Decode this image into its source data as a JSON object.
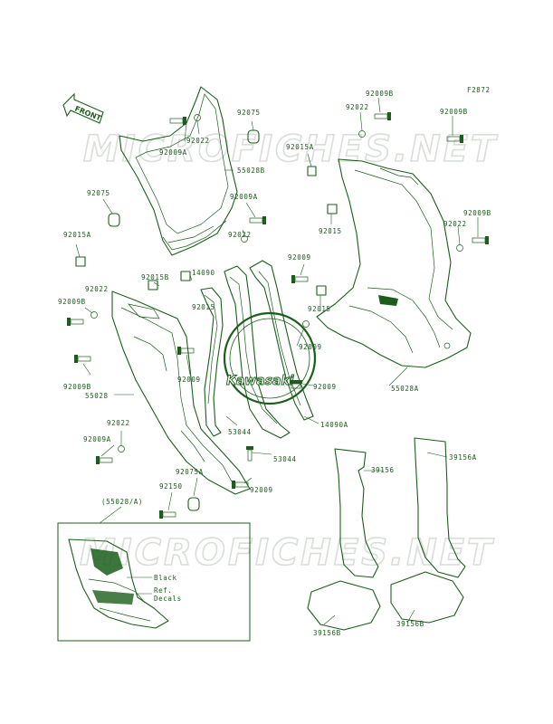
{
  "figure_code": "F2872",
  "watermark": "MICROFICHES.NET",
  "front_label": "FRONT",
  "logo_text": "Kawasaki",
  "parts": {
    "p92075_top": "92075",
    "p92009A_top": "92009A",
    "p92022_top": "92022",
    "p55028B": "55028B",
    "p92075_left": "92075",
    "p92009A_mid": "92009A",
    "p92022_mid": "92022",
    "p92015A_left": "92015A",
    "p92015B": "92015B",
    "p14090": "14090",
    "p92015_mid": "92015",
    "p92022_left": "92022",
    "p92009B_left": "92009B",
    "p92009B_low": "92009B",
    "p55028": "55028",
    "p92009_left": "92009",
    "p53044_a": "53044",
    "p53044_b": "53044",
    "p92022_low": "92022",
    "p92009A_low": "92009A",
    "p92075A": "92075A",
    "p92150": "92150",
    "p92009_low": "92009",
    "p92009_mid": "92009",
    "p92015_center": "92015",
    "p92009_center": "92009",
    "p92009_right": "92009",
    "p14090A": "14090A",
    "p92009B_tr": "92009B",
    "p92022_tr": "92022",
    "p92009B_tr2": "92009B",
    "p92015A_right": "92015A",
    "p92015_right": "92015",
    "p92009B_r": "92009B",
    "p92022_r": "92022",
    "p55028A": "55028A",
    "p39156": "39156",
    "p39156A": "39156A",
    "p39156B_l": "39156B",
    "p39156B_r": "39156B"
  },
  "inset": {
    "title": "(55028/A)",
    "black_label": "Black",
    "ref_line1": "Ref.",
    "ref_line2": "Decals"
  }
}
